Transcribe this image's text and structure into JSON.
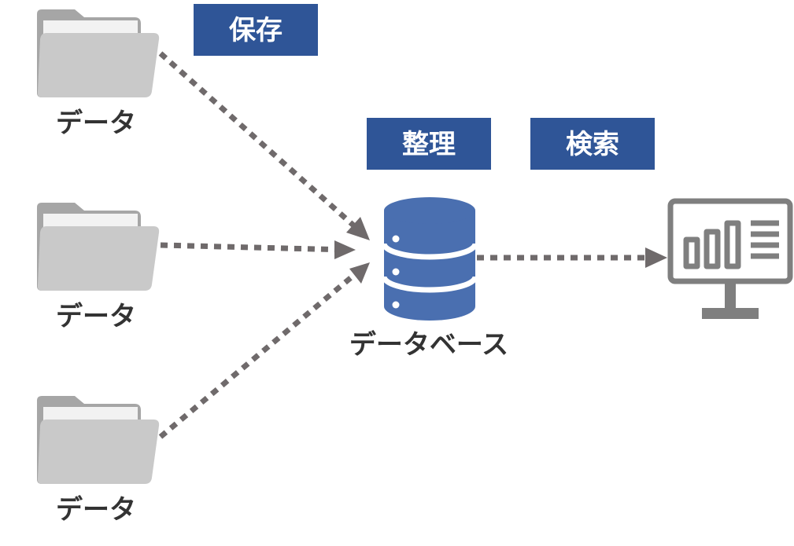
{
  "colors": {
    "badge": "#2f5597",
    "database": "#4a6fb0",
    "database_band": "#ffffff",
    "arrow": "#6f6a6b",
    "folder_back": "#a6a6a6",
    "folder_front": "#c9c9c9",
    "monitor": "#7f7f7f",
    "label": "#333333"
  },
  "badges": {
    "save": "保存",
    "organize": "整理",
    "search": "検索"
  },
  "sources": [
    {
      "label": "データ",
      "icon": "folder-icon"
    },
    {
      "label": "データ",
      "icon": "folder-icon"
    },
    {
      "label": "データ",
      "icon": "folder-icon"
    }
  ],
  "database": {
    "label": "データベース",
    "icon": "database-icon"
  },
  "output": {
    "icon": "monitor-chart-icon"
  }
}
